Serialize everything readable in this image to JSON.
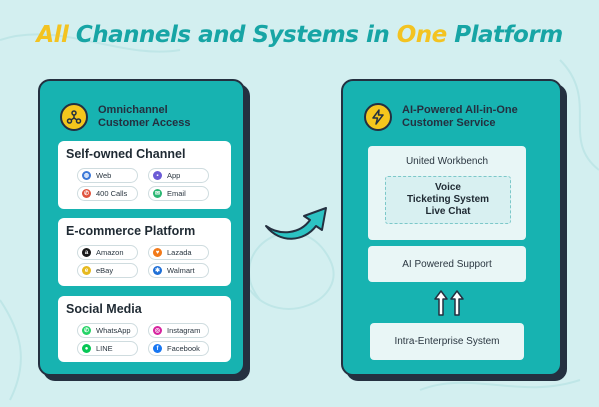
{
  "headline": {
    "part1": "All",
    "part2": " Channels and Systems in ",
    "part3": "One",
    "part4": " Platform"
  },
  "left_panel": {
    "icon": "network-nodes-icon",
    "title": "Omnichannel Customer Access",
    "groups": [
      {
        "title": "Self-owned Channel",
        "items": [
          {
            "label": "Web",
            "icon": "globe-icon",
            "color": "#3c78d8"
          },
          {
            "label": "App",
            "icon": "app-icon",
            "color": "#6b5bd6"
          },
          {
            "label": "400 Calls",
            "icon": "phone-icon",
            "color": "#e0533d"
          },
          {
            "label": "Email",
            "icon": "email-icon",
            "color": "#2bb673"
          }
        ]
      },
      {
        "title": "E-commerce Platform",
        "items": [
          {
            "label": "Amazon",
            "icon": "amazon-icon",
            "color": "#1a1a1a"
          },
          {
            "label": "Lazada",
            "icon": "lazada-icon",
            "color": "#f27a1a"
          },
          {
            "label": "eBay",
            "icon": "ebay-icon",
            "color": "#e6b91e"
          },
          {
            "label": "Walmart",
            "icon": "walmart-icon",
            "color": "#1e6fd6"
          }
        ]
      },
      {
        "title": "Social Media",
        "items": [
          {
            "label": "WhatsApp",
            "icon": "whatsapp-icon",
            "color": "#25d366"
          },
          {
            "label": "Instagram",
            "icon": "instagram-icon",
            "color": "#d6249f"
          },
          {
            "label": "LINE",
            "icon": "line-icon",
            "color": "#06c755"
          },
          {
            "label": "Facebook",
            "icon": "facebook-icon",
            "color": "#1877f2"
          }
        ]
      }
    ]
  },
  "right_panel": {
    "icon": "lightning-icon",
    "title": "AI-Powered All-in-One Customer Service",
    "workbench": {
      "label": "United Workbench",
      "items": [
        "Voice",
        "Ticketing System",
        "Live Chat"
      ]
    },
    "ai_support": "AI Powered Support",
    "intra_system": "Intra-Enterprise System"
  },
  "colors": {
    "background": "#d3eff0",
    "panel": "#17b3b1",
    "accent_yellow": "#f3c321",
    "teal_text": "#17a5a5",
    "outline": "#243040"
  }
}
